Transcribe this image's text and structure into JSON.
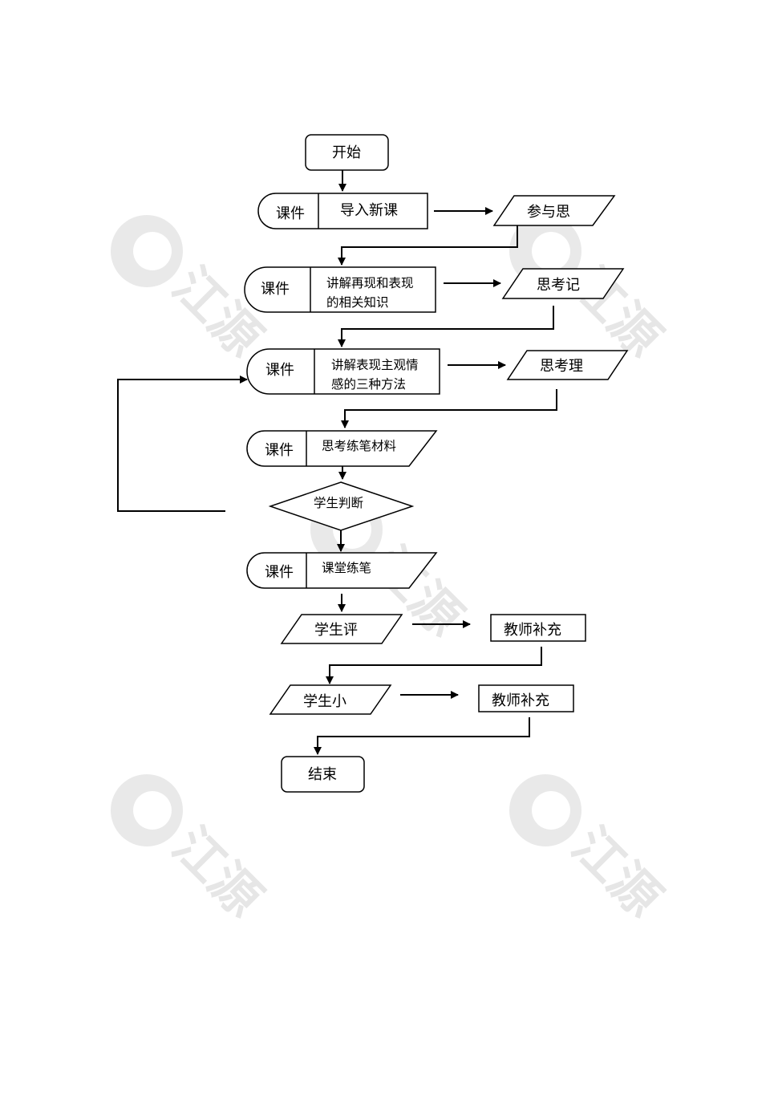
{
  "colors": {
    "stroke": "#000000",
    "fill": "#ffffff",
    "watermark": "#e6e6e6"
  },
  "watermark": {
    "text": "江源"
  },
  "nodes": {
    "start": "开始",
    "step1_tag": "课件",
    "step1": "导入新课",
    "out1": "参与思",
    "step2_tag": "课件",
    "step2_line1": "讲解再现和表现",
    "step2_line2": "的相关知识",
    "out2": "思考记",
    "step3_tag": "课件",
    "step3_line1": "讲解表现主观情",
    "step3_line2": "感的三种方法",
    "out3": "思考理",
    "step4_tag": "课件",
    "step4": "思考练笔材料",
    "decision": "学生判断",
    "step5_tag": "课件",
    "step5": "课堂练笔",
    "eval": "学生评",
    "supplement1": "教师补充",
    "summary": "学生小",
    "supplement2": "教师补充",
    "end": "结束"
  }
}
